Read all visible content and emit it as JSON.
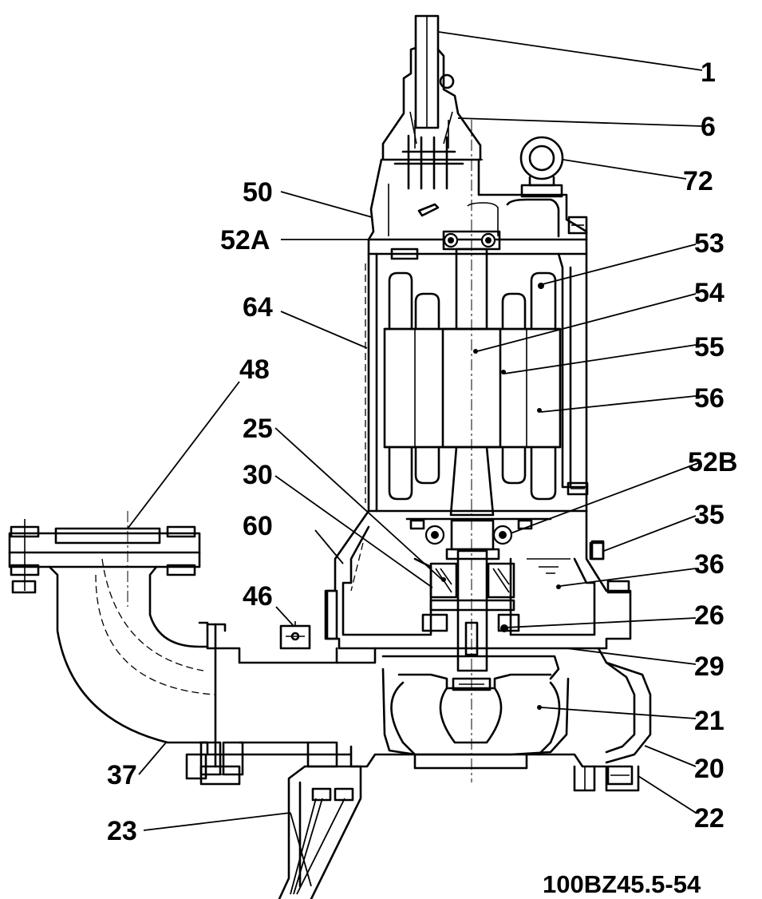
{
  "model_code": "100BZ45.5-54",
  "callouts": {
    "c1": "1",
    "c6": "6",
    "c72": "72",
    "c50": "50",
    "c52A": "52A",
    "c53": "53",
    "c64": "64",
    "c54": "54",
    "c55": "55",
    "c48": "48",
    "c56": "56",
    "c25": "25",
    "c52B": "52B",
    "c30": "30",
    "c35": "35",
    "c60": "60",
    "c36": "36",
    "c46": "46",
    "c26": "26",
    "c29": "29",
    "c21": "21",
    "c37": "37",
    "c20": "20",
    "c22": "22",
    "c23": "23"
  }
}
